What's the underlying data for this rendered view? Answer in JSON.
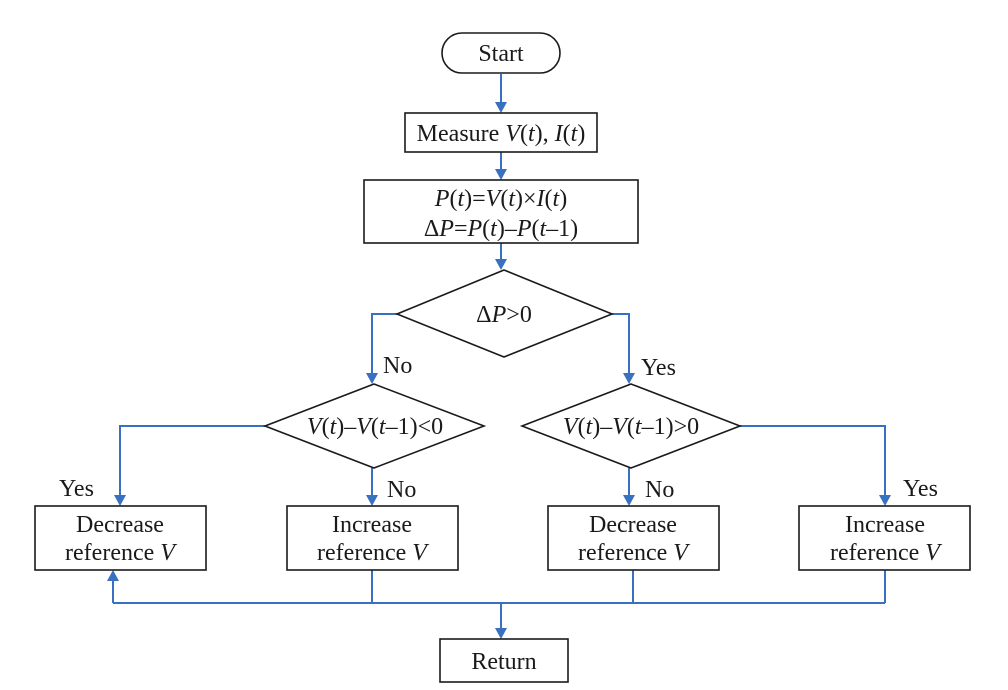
{
  "nodes": {
    "start": {
      "label": "Start"
    },
    "measure": {
      "label_pre": "Measure ",
      "v": "V",
      "t1": "(",
      "t_var": "t",
      "t2": "), ",
      "i": "I",
      "t3": "(",
      "t_var2": "t",
      "t4": ")"
    },
    "compute": {
      "line1": {
        "p": "P",
        "a": "(",
        "t": "t",
        "b": ")=",
        "v": "V",
        "c": "(",
        "t2": "t",
        "d": ")×",
        "i": "I",
        "e": "(",
        "t3": "t",
        "f": ")"
      },
      "line2": {
        "delta": "Δ",
        "p": "P",
        "a": "=",
        "p2": "P",
        "b": "(",
        "t": "t",
        "c": ")–",
        "p3": "P",
        "d": "(",
        "t2": "t",
        "e": "–1)"
      }
    },
    "decision_dp": {
      "delta": "Δ",
      "p": "P",
      "rest": ">0"
    },
    "decision_left": {
      "v": "V",
      "a": "(",
      "t": "t",
      "b": ")–",
      "v2": "V",
      "c": "(",
      "t2": "t",
      "d": "–1)<0"
    },
    "decision_right": {
      "v": "V",
      "a": "(",
      "t": "t",
      "b": ")–",
      "v2": "V",
      "c": "(",
      "t2": "t",
      "d": "–1)>0"
    },
    "action1": {
      "line1": "Decrease",
      "line2_pre": "reference ",
      "var": "V"
    },
    "action2": {
      "line1": "Increase",
      "line2_pre": "reference ",
      "var": "V"
    },
    "action3": {
      "line1": "Decrease",
      "line2_pre": "reference ",
      "var": "V"
    },
    "action4": {
      "line1": "Increase",
      "line2_pre": "reference ",
      "var": "V"
    },
    "return": {
      "label": "Return"
    }
  },
  "edge_labels": {
    "dp_no": "No",
    "dp_yes": "Yes",
    "left_yes": "Yes",
    "left_no": "No",
    "right_no": "No",
    "right_yes": "Yes"
  },
  "colors": {
    "connector": "#3a70c0",
    "outline": "#1a1a1a"
  }
}
